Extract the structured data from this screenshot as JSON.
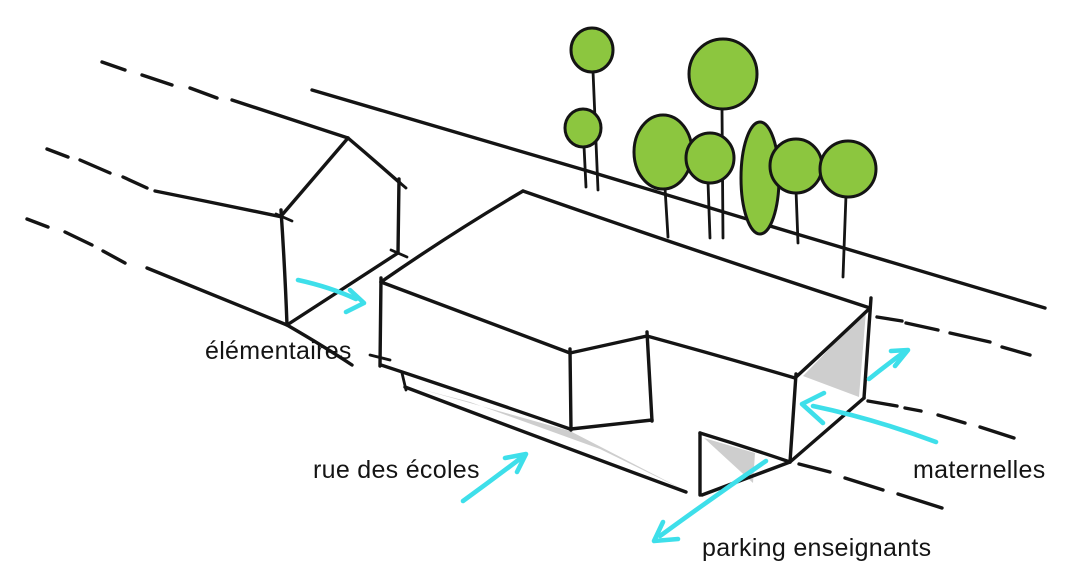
{
  "sketch": {
    "type": "hand-drawn architectural site sketch",
    "labels": {
      "elementaires": "élémentaires",
      "rue_des_ecoles": "rue des écoles",
      "maternelles": "maternelles",
      "parking_enseignants": "parking enseignants"
    },
    "colors": {
      "ink": "#141414",
      "tree_green": "#8CC63F",
      "arrow_cyan": "#3EDFEA",
      "shadow_gray": "#CBCBCB",
      "background": "#FFFFFF"
    },
    "trees": {
      "count": 8
    },
    "arrows": [
      {
        "name": "elementaires-entrance-arrow",
        "direction": "down-right"
      },
      {
        "name": "rue-des-ecoles-arrow",
        "direction": "up-right"
      },
      {
        "name": "maternelles-street-arrow",
        "direction": "up-right"
      },
      {
        "name": "maternelles-entrance-arrow",
        "direction": "up-left"
      },
      {
        "name": "parking-enseignants-arrow",
        "direction": "down-left"
      }
    ]
  }
}
